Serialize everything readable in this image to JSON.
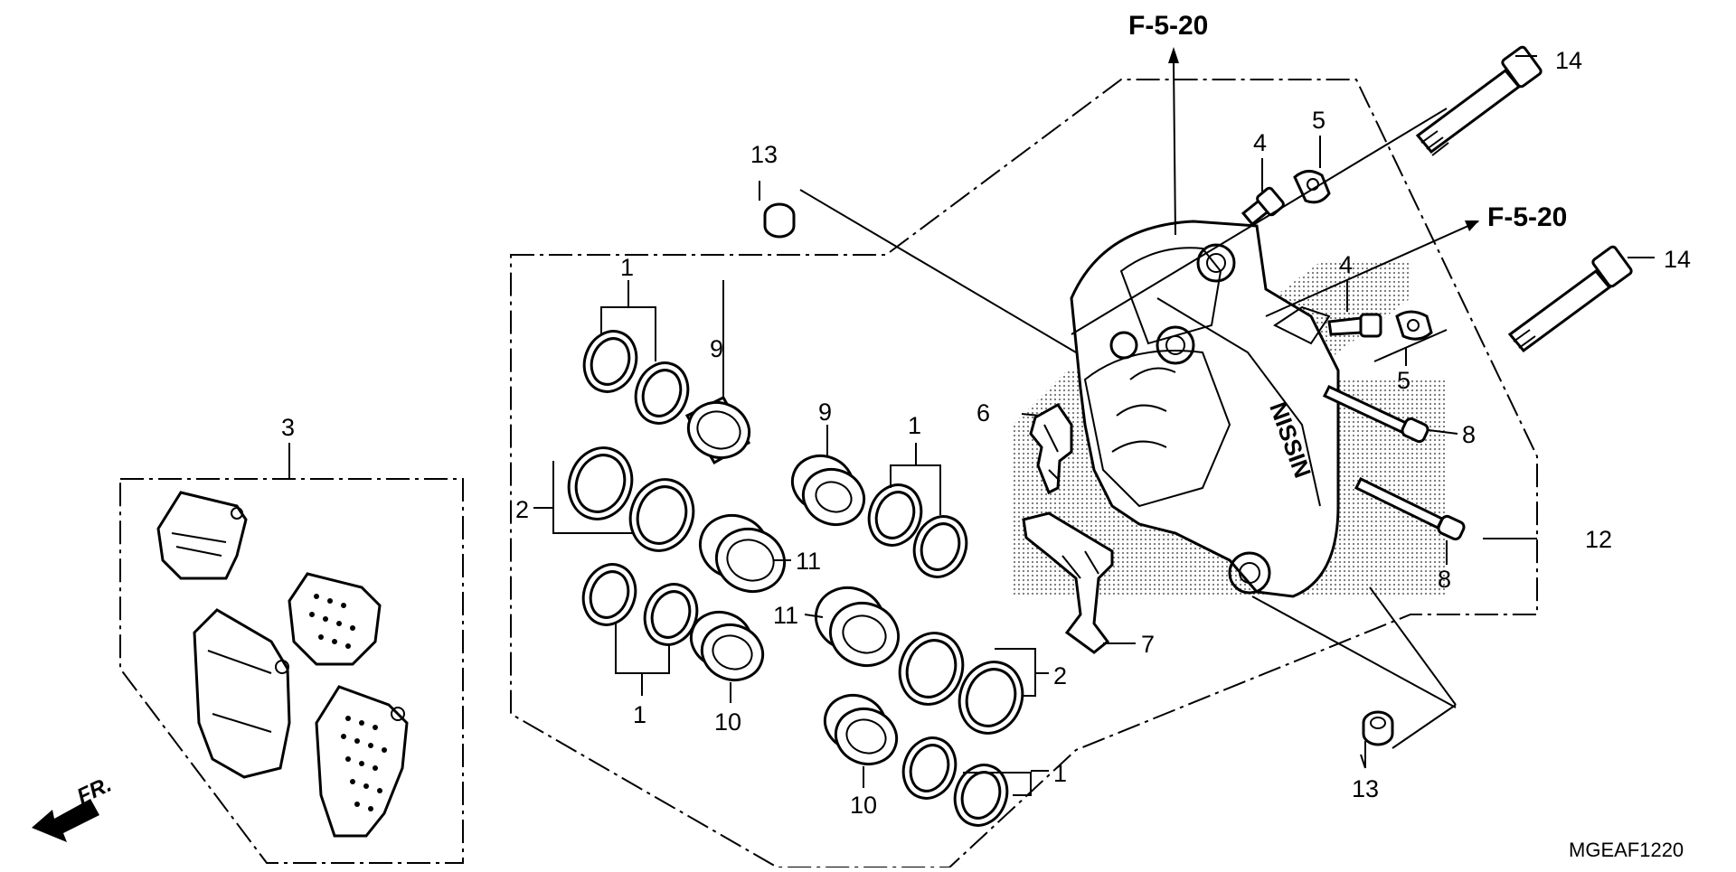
{
  "diagram": {
    "code": "MGEAF1220",
    "direction": "FR.",
    "refs": [
      "F-5-20",
      "F-5-20"
    ],
    "callouts": {
      "c1a": "1",
      "c1b": "1",
      "c1c": "1",
      "c1d": "1",
      "c2a": "2",
      "c2b": "2",
      "c3": "3",
      "c4a": "4",
      "c4b": "4",
      "c5a": "5",
      "c5b": "5",
      "c6": "6",
      "c7": "7",
      "c8a": "8",
      "c8b": "8",
      "c9a": "9",
      "c9b": "9",
      "c10a": "10",
      "c10b": "10",
      "c11a": "11",
      "c11b": "11",
      "c12": "12",
      "c13a": "13",
      "c13b": "13",
      "c14a": "14",
      "c14b": "14"
    }
  }
}
